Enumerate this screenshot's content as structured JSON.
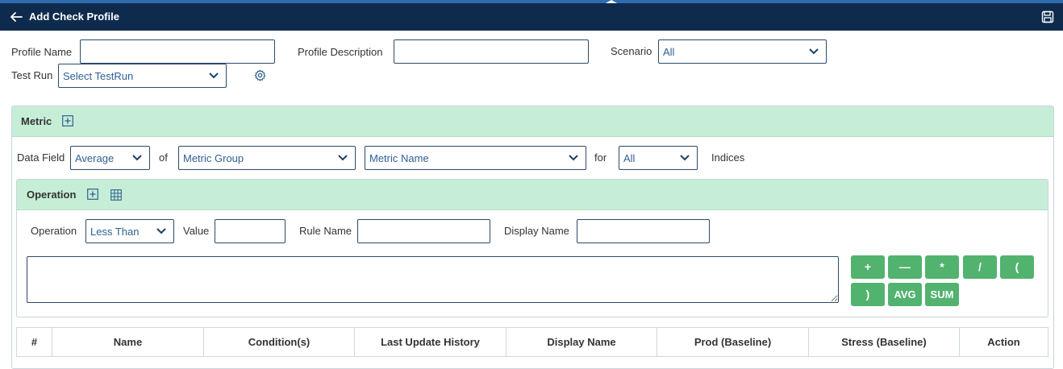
{
  "header": {
    "title": "Add Check Profile",
    "back_icon": "arrow-left-icon",
    "save_icon": "floppy-disk-icon"
  },
  "profile": {
    "name_label": "Profile Name",
    "name_value": "",
    "description_label": "Profile Description",
    "description_value": "",
    "scenario_label": "Scenario",
    "scenario_value": "All",
    "testrun_label": "Test Run",
    "testrun_value": "Select TestRun",
    "settings_icon": "gear-icon"
  },
  "metric": {
    "title": "Metric",
    "data_field_label": "Data Field",
    "data_field_value": "Average",
    "of_label": "of",
    "group_value": "Metric Group",
    "name_value": "Metric Name",
    "for_label": "for",
    "indices_value": "All",
    "indices_label": "Indices"
  },
  "operation": {
    "title": "Operation",
    "operation_label": "Operation",
    "operation_value": "Less Than",
    "value_label": "Value",
    "value_value": "",
    "rule_name_label": "Rule Name",
    "rule_name_value": "",
    "display_name_label": "Display Name",
    "display_name_value": "",
    "expression_value": "",
    "operators": [
      "+",
      "—",
      "*",
      "/",
      "(",
      ")",
      "AVG",
      "SUM"
    ]
  },
  "table": {
    "headers": [
      "#",
      "Name",
      "Condition(s)",
      "Last Update History",
      "Display Name",
      "Prod (Baseline)",
      "Stress (Baseline)",
      "Action"
    ]
  },
  "colors": {
    "header_bg": "#0e2b4e",
    "panel_head_bg": "#c6eed6",
    "button_green": "#52b36f",
    "select_text": "#2f5f93"
  }
}
